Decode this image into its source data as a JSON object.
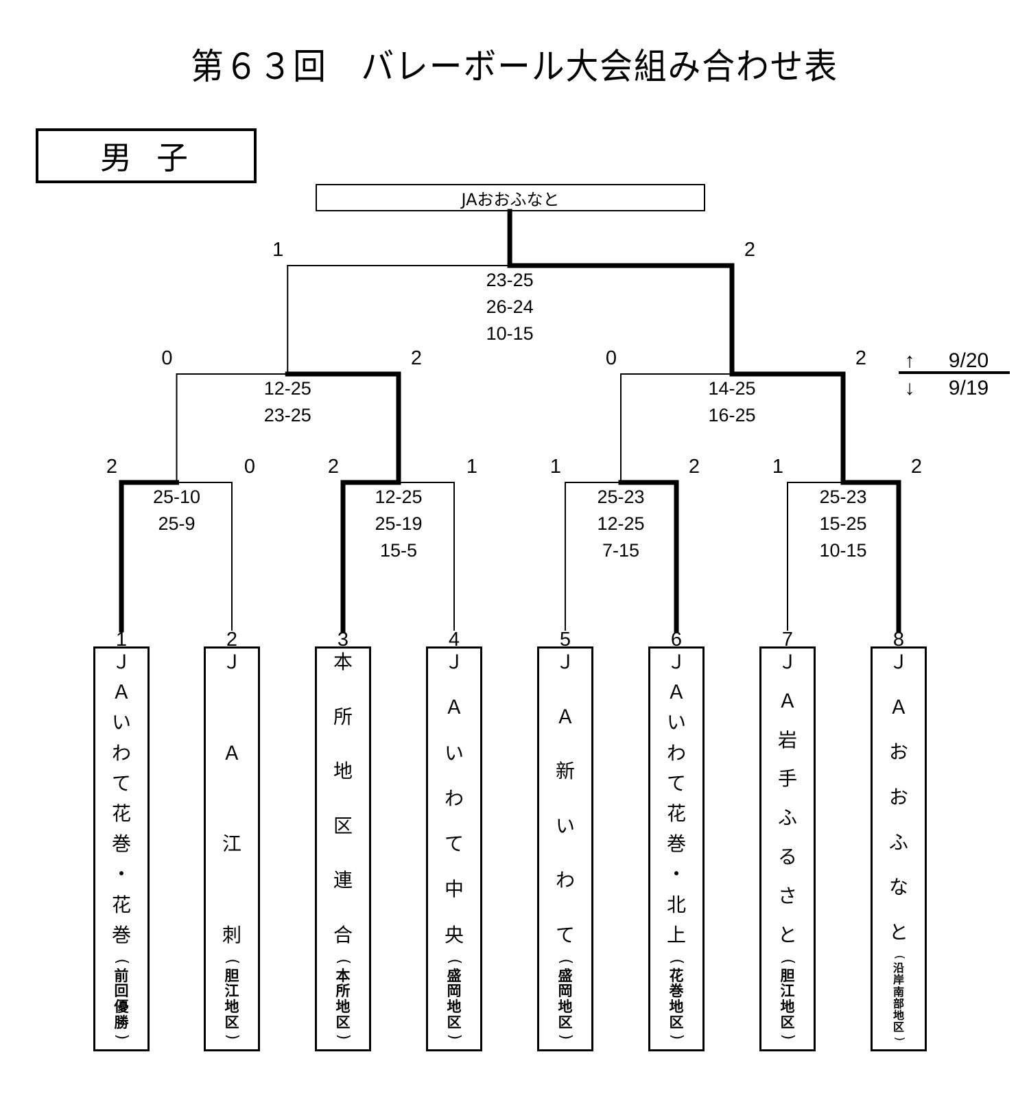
{
  "title": "第６３回　バレーボール大会組み合わせ表",
  "division": "男子",
  "champion": "JAおおふなと",
  "colors": {
    "line": "#000000",
    "background": "#ffffff"
  },
  "date_legend": {
    "upper_arrow": "↑",
    "upper_date": "9/20",
    "lower_arrow": "↓",
    "lower_date": "9/19"
  },
  "teams": [
    {
      "seed": "1",
      "name": "JAいわて花巻・花巻",
      "name_chars": [
        "Ｊ",
        "Ａ",
        "い",
        "わ",
        "て",
        "花",
        "巻",
        "・",
        "花",
        "巻"
      ],
      "region": "前回優勝",
      "region_chars": [
        "前",
        "回",
        "優",
        "勝"
      ]
    },
    {
      "seed": "2",
      "name": "JA江刺",
      "name_chars": [
        "Ｊ",
        "Ａ",
        "江",
        "刺"
      ],
      "region": "胆江地区",
      "region_chars": [
        "胆",
        "江",
        "地",
        "区"
      ]
    },
    {
      "seed": "3",
      "name": "本所地区連合",
      "name_chars": [
        "本",
        "所",
        "地",
        "区",
        "連",
        "合"
      ],
      "region": "本所地区",
      "region_chars": [
        "本",
        "所",
        "地",
        "区"
      ]
    },
    {
      "seed": "4",
      "name": "JAいわて中央",
      "name_chars": [
        "Ｊ",
        "Ａ",
        "い",
        "わ",
        "て",
        "中",
        "央"
      ],
      "region": "盛岡地区",
      "region_chars": [
        "盛",
        "岡",
        "地",
        "区"
      ]
    },
    {
      "seed": "5",
      "name": "JA新いわて",
      "name_chars": [
        "Ｊ",
        "Ａ",
        "新",
        "い",
        "わ",
        "て"
      ],
      "region": "盛岡地区",
      "region_chars": [
        "盛",
        "岡",
        "地",
        "区"
      ]
    },
    {
      "seed": "6",
      "name": "JAいわて花巻・北上",
      "name_chars": [
        "Ｊ",
        "Ａ",
        "い",
        "わ",
        "て",
        "花",
        "巻",
        "・",
        "北",
        "上"
      ],
      "region": "花巻地区",
      "region_chars": [
        "花",
        "巻",
        "地",
        "区"
      ]
    },
    {
      "seed": "7",
      "name": "JA岩手ふるさと",
      "name_chars": [
        "Ｊ",
        "Ａ",
        "岩",
        "手",
        "ふ",
        "る",
        "さ",
        "と"
      ],
      "region": "胆江地区",
      "region_chars": [
        "胆",
        "江",
        "地",
        "区"
      ]
    },
    {
      "seed": "8",
      "name": "JAおおふなと",
      "name_chars": [
        "Ｊ",
        "Ａ",
        "お",
        "お",
        "ふ",
        "な",
        "と"
      ],
      "region": "沿岸南部地区",
      "region_chars": [
        "沿",
        "岸",
        "南",
        "部",
        "地",
        "区"
      ]
    }
  ],
  "matches": [
    {
      "id": "r1m1",
      "round": 1,
      "sides": [
        0,
        1
      ],
      "winner": 0,
      "sets_won": [
        "2",
        "0"
      ],
      "scores": [
        "25-10",
        "25-9"
      ]
    },
    {
      "id": "r1m2",
      "round": 1,
      "sides": [
        2,
        3
      ],
      "winner": 0,
      "sets_won": [
        "2",
        "1"
      ],
      "scores": [
        "12-25",
        "25-19",
        "15-5"
      ]
    },
    {
      "id": "r1m3",
      "round": 1,
      "sides": [
        4,
        5
      ],
      "winner": 1,
      "sets_won": [
        "1",
        "2"
      ],
      "scores": [
        "25-23",
        "12-25",
        "7-15"
      ]
    },
    {
      "id": "r1m4",
      "round": 1,
      "sides": [
        6,
        7
      ],
      "winner": 1,
      "sets_won": [
        "1",
        "2"
      ],
      "scores": [
        "25-23",
        "15-25",
        "10-15"
      ]
    },
    {
      "id": "sf1",
      "round": 2,
      "sides": [
        "r1m1",
        "r1m2"
      ],
      "winner": 1,
      "sets_won": [
        "0",
        "2"
      ],
      "scores": [
        "12-25",
        "23-25"
      ]
    },
    {
      "id": "sf2",
      "round": 2,
      "sides": [
        "r1m3",
        "r1m4"
      ],
      "winner": 1,
      "sets_won": [
        "0",
        "2"
      ],
      "scores": [
        "14-25",
        "16-25"
      ]
    },
    {
      "id": "final",
      "round": 3,
      "sides": [
        "sf1",
        "sf2"
      ],
      "winner": 1,
      "sets_won": [
        "1",
        "2"
      ],
      "scores": [
        "23-25",
        "26-24",
        "10-15"
      ]
    }
  ]
}
